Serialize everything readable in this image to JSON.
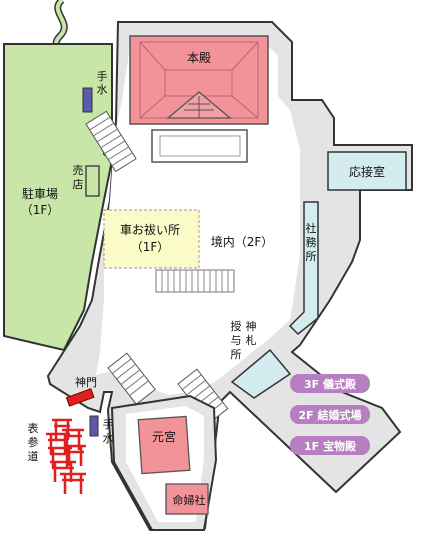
{
  "labels": {
    "honden": "本殿",
    "hand_water_top_1": "手",
    "hand_water_top_2": "水",
    "shop_1": "売",
    "shop_2": "店",
    "parking_1": "駐車場",
    "parking_2": "（1F）",
    "car_purification_1": "車お祓い所",
    "car_purification_2": "（1F）",
    "precinct": "境内（2F）",
    "reception_room": "応接室",
    "office_1": "社",
    "office_2": "務",
    "office_3": "所",
    "amulet_1a": "授",
    "amulet_1b": "与",
    "amulet_1c": "所",
    "amulet_2a": "神",
    "amulet_2b": "札",
    "shinmon": "神門",
    "approach_1": "表",
    "approach_2": "参",
    "approach_3": "道",
    "hand_water_bottom_1": "手",
    "hand_water_bottom_2": "水",
    "motomiya": "元宮",
    "mikotosha": "命婦社"
  },
  "halls": [
    {
      "label": "3F 儀式殿"
    },
    {
      "label": "2F 結婚式場"
    },
    {
      "label": "1F 宝物殿"
    }
  ],
  "colors": {
    "parking": "#c8e6a8",
    "precinct": "#ffffff",
    "honden": "#f2939a",
    "building_blue": "#d4ecf0",
    "purification": "#fbfbc8",
    "hall_badge": "#b57fc0",
    "gate": "#e02020",
    "torii": "#e02020",
    "hand_water": "#5a5aa8",
    "outline": "#333333",
    "outer_area": "#e4e4e4"
  }
}
